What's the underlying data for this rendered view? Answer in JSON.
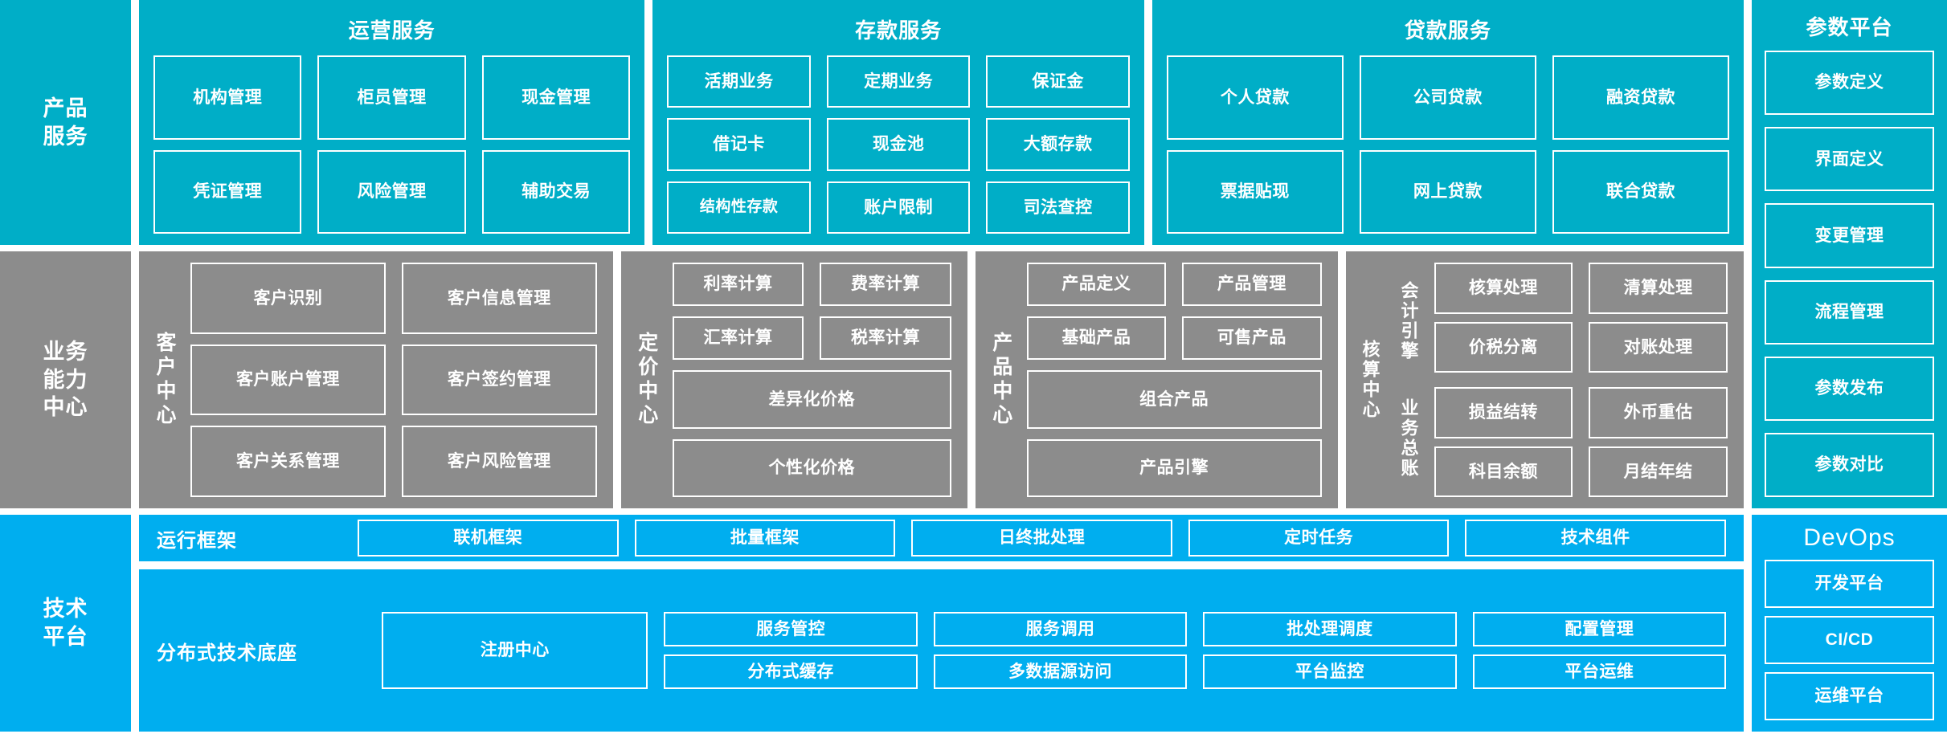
{
  "colors": {
    "teal": "#00AEC7",
    "gray": "#8C8C8C",
    "blue": "#00AEEF",
    "tile_border": "#FFFFFF",
    "text": "#FFFFFF",
    "background": "#FFFFFF"
  },
  "bands": {
    "product": {
      "rail_label": "产品\n服务",
      "groups": [
        {
          "title": "运营服务",
          "tiles": [
            "机构管理",
            "柜员管理",
            "现金管理",
            "凭证管理",
            "风险管理",
            "辅助交易"
          ]
        },
        {
          "title": "存款服务",
          "tiles": [
            "活期业务",
            "定期业务",
            "保证金",
            "借记卡",
            "现金池",
            "大额存款",
            "结构性存款",
            "账户限制",
            "司法查控"
          ]
        },
        {
          "title": "贷款服务",
          "tiles": [
            "个人贷款",
            "公司贷款",
            "融资贷款",
            "票据贴现",
            "网上贷款",
            "联合贷款"
          ]
        }
      ]
    },
    "ability": {
      "rail_label": "业务\n能力\n中心",
      "groups": [
        {
          "side_label": "客户中心",
          "tiles": [
            "客户识别",
            "客户信息管理",
            "客户账户管理",
            "客户签约管理",
            "客户关系管理",
            "客户风险管理"
          ]
        },
        {
          "side_label": "定价中心",
          "tiles_grid": [
            "利率计算",
            "费率计算",
            "汇率计算",
            "税率计算"
          ],
          "tiles_full": [
            "差异化价格",
            "个性化价格"
          ]
        },
        {
          "side_label": "产品中心",
          "tiles_grid": [
            "产品定义",
            "产品管理",
            "基础产品",
            "可售产品"
          ],
          "tiles_full": [
            "组合产品",
            "产品引擎"
          ]
        },
        {
          "side_label": "核算中心",
          "sub_labels": [
            "会计引擎",
            "业务总账"
          ],
          "tiles_top": [
            "核算处理",
            "清算处理",
            "价税分离",
            "对账处理"
          ],
          "tiles_bottom": [
            "损益结转",
            "外币重估",
            "科目余额",
            "月结年结"
          ]
        }
      ]
    },
    "tech": {
      "rail_label": "技术\n平台",
      "rows": [
        {
          "label": "运行框架",
          "tiles": [
            "联机框架",
            "批量框架",
            "日终批处理",
            "定时任务",
            "技术组件"
          ]
        },
        {
          "label": "分布式技术底座",
          "wide_tile": "注册中心",
          "columns": [
            [
              "服务管控",
              "分布式缓存"
            ],
            [
              "服务调用",
              "多数据源访问"
            ],
            [
              "批处理调度",
              "平台监控"
            ],
            [
              "配置管理",
              "平台运维"
            ]
          ]
        }
      ]
    }
  },
  "right_platforms": {
    "parameter": {
      "title": "参数平台",
      "items": [
        "参数定义",
        "界面定义",
        "变更管理",
        "流程管理",
        "参数发布",
        "参数对比"
      ]
    },
    "devops": {
      "title": "DevOps",
      "items": [
        "开发平台",
        "CI/CD",
        "运维平台"
      ]
    }
  }
}
